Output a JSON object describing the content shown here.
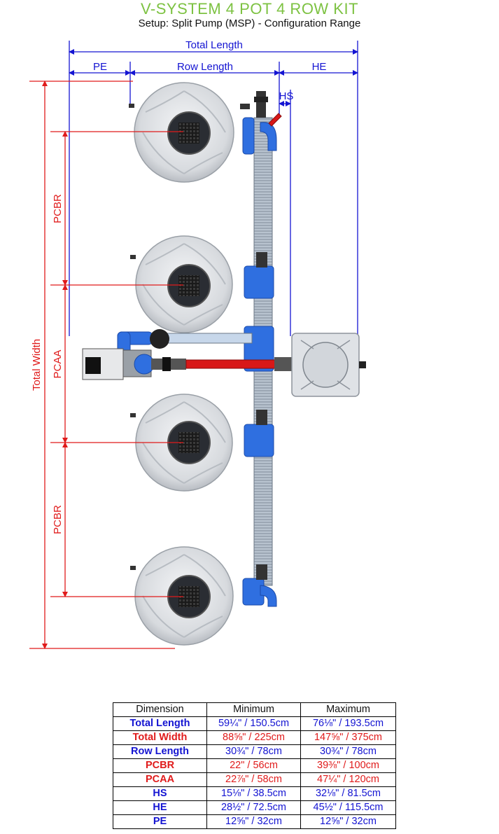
{
  "title": "V-SYSTEM 4 POT 4 ROW KIT",
  "subtitle": "Setup: Split Pump (MSP) - Configuration Range",
  "labels": {
    "total_length": "Total Length",
    "pe": "PE",
    "row_length": "Row Length",
    "he": "HE",
    "hs": "HS",
    "total_width": "Total Width",
    "pcbr_top": "PCBR",
    "pcaa": "PCAA",
    "pcbr_bottom": "PCBR"
  },
  "colors": {
    "title_green": "#7dc242",
    "dimension_blue": "#1414d2",
    "dimension_red": "#e01b1b",
    "pipe_blue": "#2f6fe0",
    "pipe_red": "#d81818",
    "pot_grey": "#dfe2e6"
  },
  "table": {
    "headers": [
      "Dimension",
      "Minimum",
      "Maximum"
    ],
    "rows": [
      {
        "name": "Total Length",
        "min": "59¼\" / 150.5cm",
        "max": "76⅛\" / 193.5cm",
        "color": "blue"
      },
      {
        "name": "Total Width",
        "min": "88⅝\" / 225cm",
        "max": "147⅝\" / 375cm",
        "color": "red"
      },
      {
        "name": "Row Length",
        "min": "30¾\" / 78cm",
        "max": "30¾\" / 78cm",
        "color": "blue"
      },
      {
        "name": "PCBR",
        "min": "22\" / 56cm",
        "max": "39⅜\" / 100cm",
        "color": "red"
      },
      {
        "name": "PCAA",
        "min": "22⅞\" / 58cm",
        "max": "47¼\" / 120cm",
        "color": "red"
      },
      {
        "name": "HS",
        "min": "15⅛\" / 38.5cm",
        "max": "32⅛\" / 81.5cm",
        "color": "blue"
      },
      {
        "name": "HE",
        "min": "28½\" / 72.5cm",
        "max": "45½\" / 115.5cm",
        "color": "blue"
      },
      {
        "name": "PE",
        "min": "12⅝\" / 32cm",
        "max": "12⅝\" / 32cm",
        "color": "blue"
      }
    ]
  }
}
